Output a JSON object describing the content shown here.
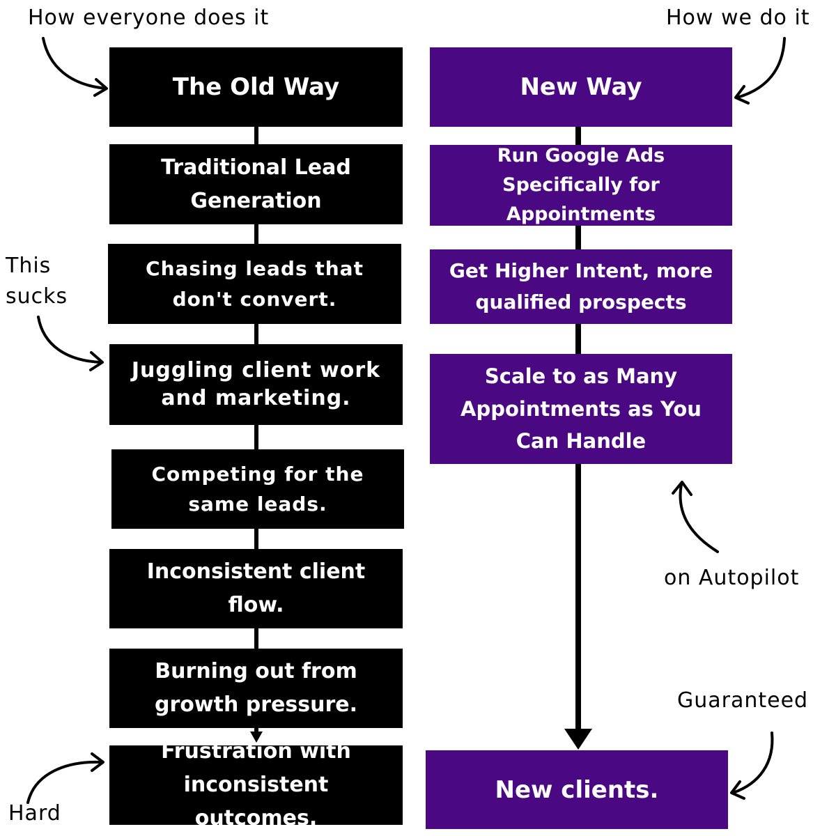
{
  "annotations": {
    "old_header": "How everyone does it",
    "new_header": "How we do it",
    "this_sucks": "This sucks",
    "hard": "Hard",
    "autopilot": "on Autopilot",
    "guaranteed": "Guaranteed"
  },
  "old_way": {
    "title": "The Old Way",
    "steps": [
      "Traditional Lead Generation",
      "Chasing leads that don't convert.",
      "Juggling client work and marketing.",
      "Competing for the same leads.",
      "Inconsistent client flow.",
      "Burning out from growth pressure.",
      "Frustration with inconsistent outcomes."
    ]
  },
  "new_way": {
    "title": "New Way",
    "steps": [
      "Run Google Ads Specifically for Appointments",
      "Get Higher Intent, more qualified prospects",
      "Scale to as Many Appointments as You Can Handle"
    ],
    "result": "New clients."
  },
  "colors": {
    "old_box": "#000000",
    "new_box": "#4b0883",
    "text": "#ffffff"
  }
}
